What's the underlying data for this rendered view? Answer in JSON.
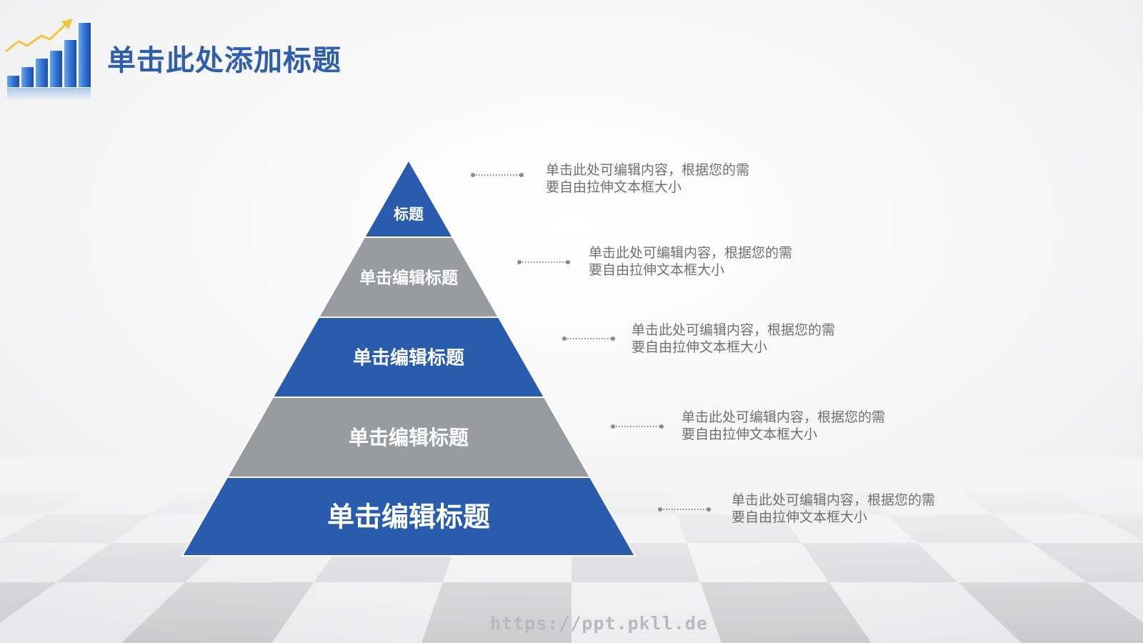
{
  "slide": {
    "title": "单击此处添加标题",
    "watermark": "https://ppt.pkll.de"
  },
  "logo": {
    "icon": "bar-chart-growth-icon"
  },
  "pyramid": {
    "colors": {
      "blue": "#2a5cad",
      "gray": "#9a9ba0",
      "text": "#ffffff"
    },
    "levels": [
      {
        "label": "标题",
        "color": "blue"
      },
      {
        "label": "单击编辑标题",
        "color": "gray"
      },
      {
        "label": "单击编辑标题",
        "color": "blue"
      },
      {
        "label": "单击编辑标题",
        "color": "gray"
      },
      {
        "label": "单击编辑标题",
        "color": "blue"
      }
    ]
  },
  "descriptions": [
    {
      "line1": "单击此处可编辑内容，根据您的需",
      "line2": "要自由拉伸文本框大小"
    },
    {
      "line1": "单击此处可编辑内容，根据您的需",
      "line2": "要自由拉伸文本框大小"
    },
    {
      "line1": "单击此处可编辑内容，根据您的需",
      "line2": "要自由拉伸文本框大小"
    },
    {
      "line1": "单击此处可编辑内容，根据您的需",
      "line2": "要自由拉伸文本框大小"
    },
    {
      "line1": "单击此处可编辑内容，根据您的需",
      "line2": "要自由拉伸文本框大小"
    }
  ]
}
